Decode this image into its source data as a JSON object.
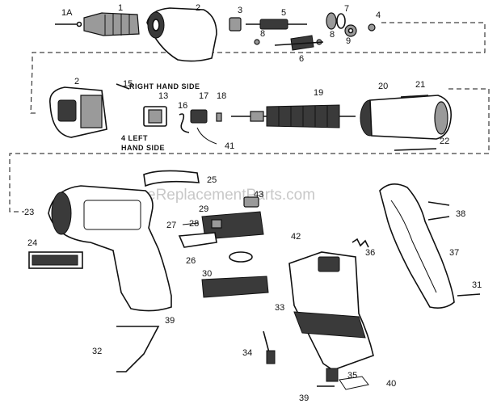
{
  "watermark": "eReplacementParts.com",
  "side_labels": {
    "right": "RIGHT HAND SIDE",
    "left_line1": "4 LEFT",
    "left_line2": "HAND SIDE"
  },
  "callouts": {
    "c1A": "1A",
    "c1": "1",
    "c2a": "2",
    "c3": "3",
    "c4": "4",
    "c5": "5",
    "c6": "6",
    "c7": "7",
    "c8a": "8",
    "c8b": "8",
    "c9": "9",
    "c2b": "2",
    "c15": "15",
    "c13": "13",
    "c16": "16",
    "c17": "17",
    "c18": "18",
    "c19": "19",
    "c20": "20",
    "c21": "21",
    "c22": "22",
    "c41": "41",
    "c25": "25",
    "c23": "23",
    "c43": "43",
    "c29": "29",
    "c27": "27",
    "c28": "28",
    "c42": "42",
    "c24": "24",
    "c26": "26",
    "c30": "30",
    "c36": "36",
    "c38": "38",
    "c37": "37",
    "c31": "31",
    "c33": "33",
    "c39a": "39",
    "c32": "32",
    "c34": "34",
    "c35": "35",
    "c40": "40",
    "c39b": "39"
  }
}
